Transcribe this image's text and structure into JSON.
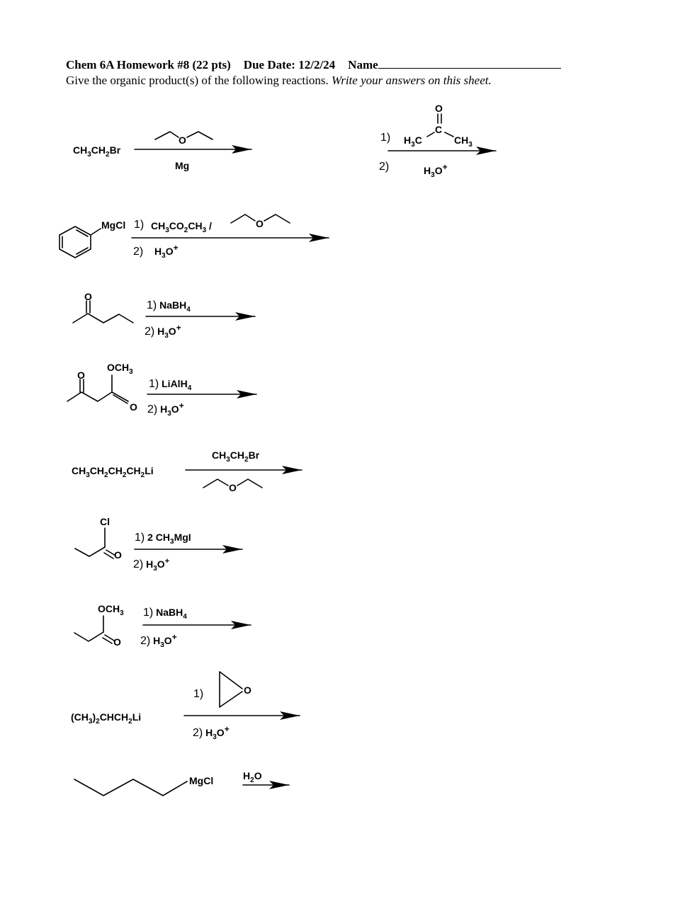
{
  "header": {
    "title": "Chem 6A Homework #8 (22  pts)",
    "due": "Due Date: 12/2/24",
    "name_label": "Name",
    "instructions": "Give the organic product(s) of the following reactions.",
    "instructions_italic": "Write your answers on this sheet."
  },
  "reactions": {
    "r1": {
      "reactant": "CH3CH2Br",
      "reagent_below": "Mg",
      "solvent_O": "O"
    },
    "r2": {
      "step1_num": "1)",
      "step2_num": "2)",
      "ketone_O": "O",
      "ketone_C": "C",
      "ketone_left": "H3C",
      "ketone_right": "CH3",
      "step2": "H3O+"
    },
    "r3": {
      "reactant": "MgCl",
      "step1_num": "1)",
      "step1": "CH3CO2CH3 /",
      "solvent_O": "O",
      "step2_num": "2)",
      "step2": "H3O+"
    },
    "r4": {
      "ketone_O": "O",
      "step1": "1) NaBH4",
      "step2": "2) H3O+"
    },
    "r5": {
      "ketone_O": "O",
      "ester_OMe": "OCH3",
      "ester_O": "O",
      "step1": "1) LiAlH4",
      "step2": "2) H3O+"
    },
    "r6": {
      "reactant": "CH3CH2CH2CH2Li",
      "reagent_above": "CH3CH2Br",
      "solvent_O": "O"
    },
    "r7": {
      "acyl_Cl": "Cl",
      "acyl_O": "O",
      "step1": "1) 2 CH3MgI",
      "step2": "2) H3O+"
    },
    "r8": {
      "ester_OMe": "OCH3",
      "ester_O": "O",
      "step1": "1) NaBH4",
      "step2": "2) H3O+"
    },
    "r9": {
      "reactant": "(CH3)2CHCH2Li",
      "step1_num": "1)",
      "epoxide_O": "O",
      "step2": "2) H3O+"
    },
    "r10": {
      "reactant": "MgCl",
      "reagent": "H2O"
    }
  }
}
